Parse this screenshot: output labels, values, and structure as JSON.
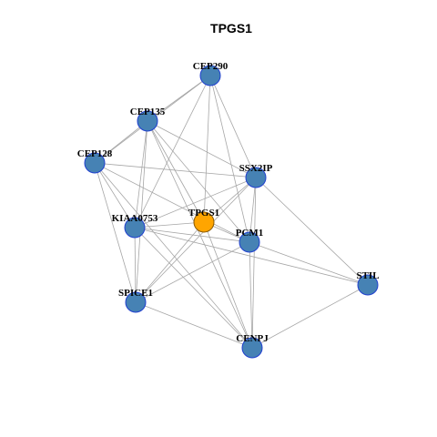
{
  "title": "TPGS1",
  "colors": {
    "neighbor_fill": "#4682b4",
    "neighbor_stroke": "#1f3fcf",
    "center_fill": "#ffa500",
    "center_stroke": "#8a5a00",
    "edge": "#a6a6a6"
  },
  "graph": {
    "center": "TPGS1",
    "nodes": [
      {
        "id": "CEP290",
        "label": "CEP290",
        "role": "neighbor"
      },
      {
        "id": "CEP135",
        "label": "CEP135",
        "role": "neighbor"
      },
      {
        "id": "CEP128",
        "label": "CEP128",
        "role": "neighbor"
      },
      {
        "id": "SSX2IP",
        "label": "SSX2IP",
        "role": "neighbor"
      },
      {
        "id": "KIAA0753",
        "label": "KIAA0753",
        "role": "neighbor"
      },
      {
        "id": "TPGS1",
        "label": "TPGS1",
        "role": "center"
      },
      {
        "id": "PCM1",
        "label": "PCM1",
        "role": "neighbor"
      },
      {
        "id": "STIL",
        "label": "STIL",
        "role": "neighbor"
      },
      {
        "id": "SPICE1",
        "label": "SPICE1",
        "role": "neighbor"
      },
      {
        "id": "CENPJ",
        "label": "CENPJ",
        "role": "neighbor"
      }
    ],
    "edges": [
      [
        "CEP290",
        "CEP135"
      ],
      [
        "CEP290",
        "CEP128"
      ],
      [
        "CEP290",
        "SSX2IP"
      ],
      [
        "CEP290",
        "PCM1"
      ],
      [
        "CEP290",
        "TPGS1"
      ],
      [
        "CEP290",
        "KIAA0753"
      ],
      [
        "CEP135",
        "CEP128"
      ],
      [
        "CEP135",
        "SSX2IP"
      ],
      [
        "CEP135",
        "PCM1"
      ],
      [
        "CEP135",
        "KIAA0753"
      ],
      [
        "CEP135",
        "TPGS1"
      ],
      [
        "CEP135",
        "CENPJ"
      ],
      [
        "CEP135",
        "SPICE1"
      ],
      [
        "CEP128",
        "SSX2IP"
      ],
      [
        "CEP128",
        "PCM1"
      ],
      [
        "CEP128",
        "KIAA0753"
      ],
      [
        "CEP128",
        "SPICE1"
      ],
      [
        "CEP128",
        "CENPJ"
      ],
      [
        "SSX2IP",
        "PCM1"
      ],
      [
        "SSX2IP",
        "KIAA0753"
      ],
      [
        "SSX2IP",
        "TPGS1"
      ],
      [
        "SSX2IP",
        "STIL"
      ],
      [
        "SSX2IP",
        "SPICE1"
      ],
      [
        "SSX2IP",
        "CENPJ"
      ],
      [
        "KIAA0753",
        "TPGS1"
      ],
      [
        "KIAA0753",
        "PCM1"
      ],
      [
        "KIAA0753",
        "SPICE1"
      ],
      [
        "KIAA0753",
        "STIL"
      ],
      [
        "KIAA0753",
        "CENPJ"
      ],
      [
        "TPGS1",
        "PCM1"
      ],
      [
        "TPGS1",
        "SPICE1"
      ],
      [
        "TPGS1",
        "CENPJ"
      ],
      [
        "PCM1",
        "STIL"
      ],
      [
        "PCM1",
        "SPICE1"
      ],
      [
        "PCM1",
        "CENPJ"
      ],
      [
        "STIL",
        "CENPJ"
      ],
      [
        "SPICE1",
        "CENPJ"
      ]
    ]
  }
}
